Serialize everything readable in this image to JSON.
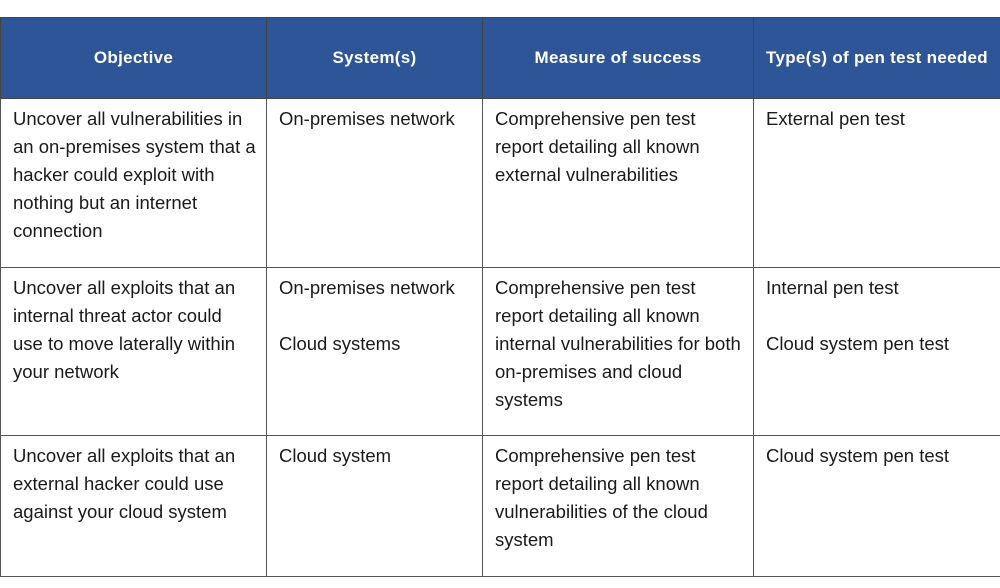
{
  "headers": [
    "Objective",
    "System(s)",
    "Measure of success",
    "Type(s) of pen test needed"
  ],
  "rows": [
    {
      "objective": "Uncover all vulnerabilities in an on-premises system that a hacker could exploit with nothing but an internet connection",
      "systems": [
        "On-premises network"
      ],
      "measure": "Comprehensive pen test report detailing all known external vulnerabilities",
      "types": [
        "External pen test"
      ]
    },
    {
      "objective": "Uncover all exploits that an internal threat actor could use to move laterally within your network",
      "systems": [
        "On-premises network",
        "Cloud systems"
      ],
      "measure": "Comprehensive pen test report detailing all known internal vulnerabilities for both on-premises and cloud systems",
      "types": [
        "Internal pen test",
        "Cloud system pen test"
      ]
    },
    {
      "objective": "Uncover all exploits that an external hacker could use against your cloud system",
      "systems": [
        "Cloud system"
      ],
      "measure": "Comprehensive pen test report detailing all known vulnerabilities of the cloud system",
      "types": [
        "Cloud system pen test"
      ]
    }
  ]
}
